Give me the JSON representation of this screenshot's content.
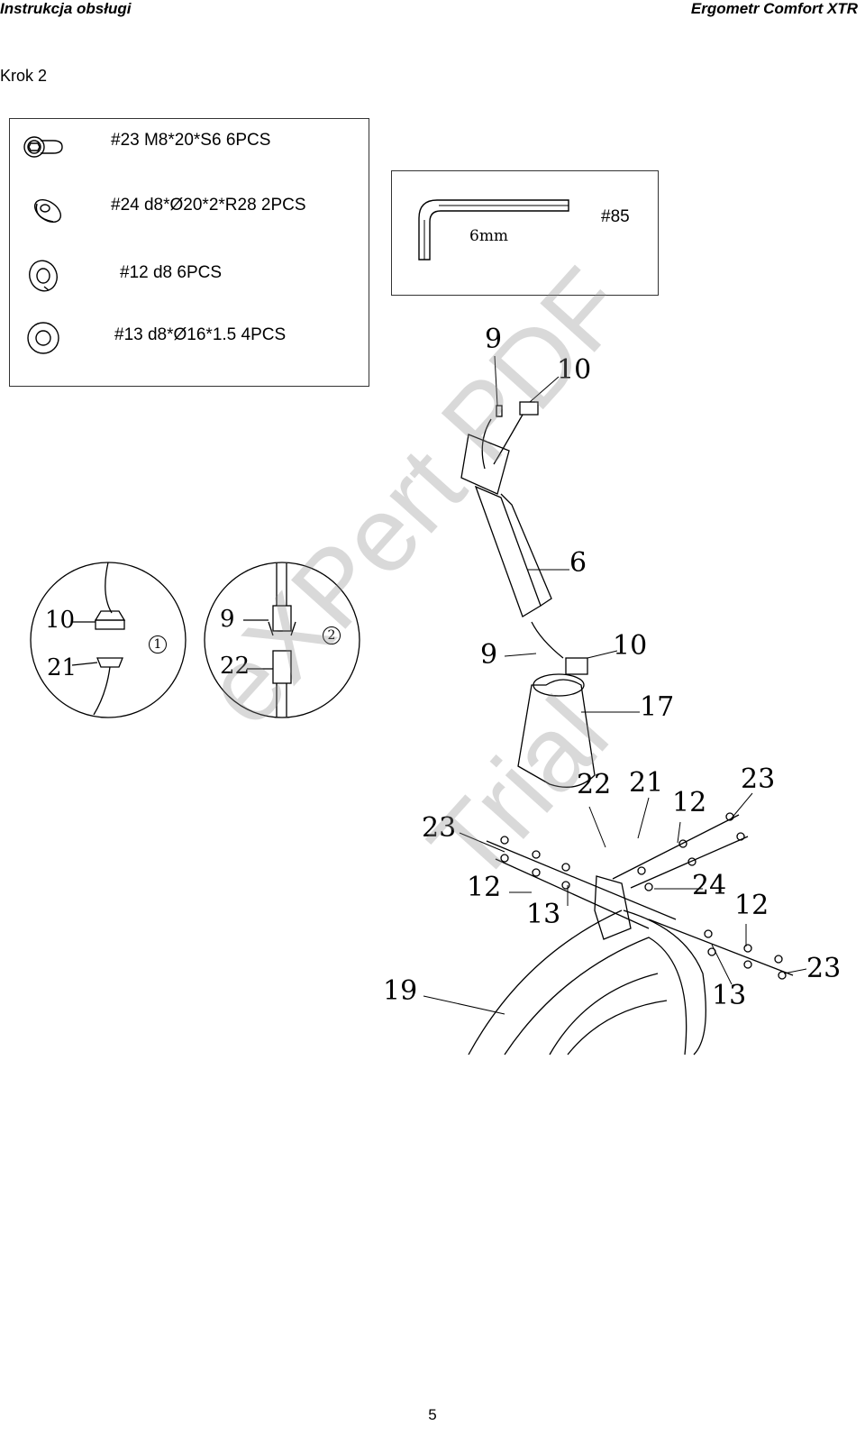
{
  "header": {
    "left": "Instrukcja obsługi",
    "right": "Ergometr Comfort XTR"
  },
  "step_title": "Krok 2",
  "parts": [
    {
      "code": "#23",
      "spec": "M8*20*S6",
      "qty": "6PCS",
      "icon": "bolt-icon"
    },
    {
      "code": "#24",
      "spec": "d8*Ø20*2*R28",
      "qty": "2PCS",
      "icon": "curved-washer-icon"
    },
    {
      "code": "#12",
      "spec": "d8",
      "qty": "6PCS",
      "icon": "spring-washer-icon"
    },
    {
      "code": "#13",
      "spec": "d8*Ø16*1.5",
      "qty": "4PCS",
      "icon": "flat-washer-icon"
    }
  ],
  "parts_text": [
    "#23   M8*20*S6   6PCS",
    "#24   d8*Ø20*2*R28   2PCS",
    "#12   d8   6PCS",
    "#13   d8*Ø16*1.5   4PCS"
  ],
  "tool": {
    "code": "#85",
    "size": "6mm",
    "icon": "allen-key-icon"
  },
  "detail_1": {
    "number": "1",
    "labels": [
      "10",
      "21"
    ]
  },
  "detail_2": {
    "number": "2",
    "labels": [
      "9",
      "22"
    ]
  },
  "callouts": {
    "c9_top": "9",
    "c10_top": "10",
    "c6": "6",
    "c9_mid": "9",
    "c10_mid": "10",
    "c17": "17",
    "c22": "22",
    "c21": "21",
    "c12_a": "12",
    "c23_a": "23",
    "c23_b": "23",
    "c12_b": "12",
    "c13_a": "13",
    "c24": "24",
    "c12_c": "12",
    "c23_c": "23",
    "c19": "19",
    "c13_b": "13"
  },
  "watermark": {
    "line1": "eXPert PDF",
    "line2": "Trial"
  },
  "page_number": "5"
}
